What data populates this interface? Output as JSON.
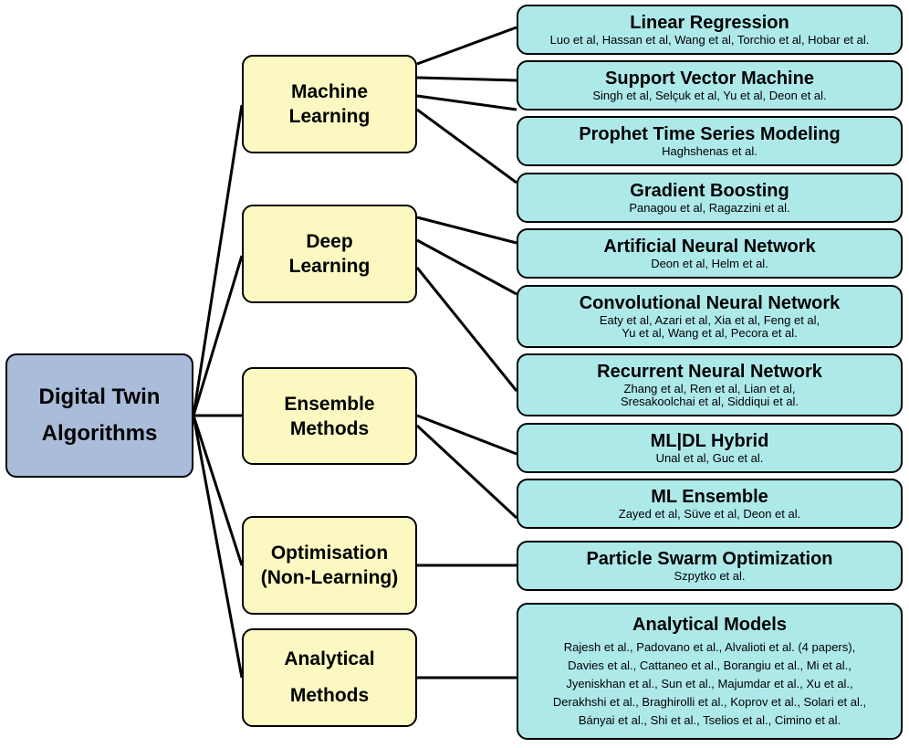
{
  "root": {
    "lines": [
      "Digital Twin",
      "Algorithms"
    ]
  },
  "categories": [
    {
      "id": "ml",
      "lines": [
        "Machine",
        "Learning"
      ]
    },
    {
      "id": "dl",
      "lines": [
        "Deep",
        "Learning"
      ]
    },
    {
      "id": "ens",
      "lines": [
        "Ensemble",
        "Methods"
      ]
    },
    {
      "id": "opt",
      "lines": [
        "Optimisation",
        "(Non-Learning)"
      ]
    },
    {
      "id": "ana",
      "lines": [
        "Analytical",
        "Methods"
      ]
    }
  ],
  "leaves": [
    {
      "id": "linreg",
      "title": "Linear Regression",
      "cites": [
        "Luo et al, Hassan et al, Wang et al, Torchio et al, Hobar et al."
      ]
    },
    {
      "id": "svm",
      "title": "Support Vector Machine",
      "cites": [
        "Singh et al, Selçuk et al, Yu et al, Deon et al."
      ]
    },
    {
      "id": "prophet",
      "title": "Prophet Time Series Modeling",
      "cites": [
        "Haghshenas et al."
      ]
    },
    {
      "id": "gb",
      "title": "Gradient Boosting",
      "cites": [
        "Panagou et al, Ragazzini et al."
      ]
    },
    {
      "id": "ann",
      "title": "Artificial Neural Network",
      "cites": [
        "Deon et al, Helm et al."
      ]
    },
    {
      "id": "cnn",
      "title": "Convolutional Neural Network",
      "cites": [
        "Eaty et al, Azari et al, Xia et al, Feng et al,",
        "Yu et al, Wang et al, Pecora et al."
      ]
    },
    {
      "id": "rnn",
      "title": "Recurrent Neural Network",
      "cites": [
        "Zhang et al, Ren et al, Lian et al,",
        "Sresakoolchai et al, Siddiqui et al."
      ]
    },
    {
      "id": "hybrid",
      "title": "ML|DL Hybrid",
      "cites": [
        "Unal et al, Guc et al."
      ]
    },
    {
      "id": "mlens",
      "title": "ML Ensemble",
      "cites": [
        "Zayed et al, Süve et al, Deon et al."
      ]
    },
    {
      "id": "pso",
      "title": "Particle Swarm Optimization",
      "cites": [
        "Szpytko et al."
      ]
    },
    {
      "id": "analytical",
      "title": "Analytical Models",
      "cites": [
        "Rajesh et al., Padovano et al., Alvalioti et al. (4 papers),",
        "Davies et al., Cattaneo et al., Borangiu et al., Mi et al.,",
        "Jyeniskhan et al., Sun et al., Majumdar et al., Xu et al.,",
        "Derakhshi et al., Braghirolli et al., Koprov et al., Solari et al.,",
        "Bányai et al., Shi et al., Tselios et al., Cimino et al."
      ]
    }
  ],
  "edges": [
    [
      "root",
      "ml"
    ],
    [
      "root",
      "dl"
    ],
    [
      "root",
      "ens"
    ],
    [
      "root",
      "opt"
    ],
    [
      "root",
      "ana"
    ],
    [
      "ml",
      "linreg"
    ],
    [
      "ml",
      "svm"
    ],
    [
      "ml",
      "prophet"
    ],
    [
      "ml",
      "gb"
    ],
    [
      "dl",
      "ann"
    ],
    [
      "dl",
      "cnn"
    ],
    [
      "dl",
      "rnn"
    ],
    [
      "ens",
      "hybrid"
    ],
    [
      "ens",
      "mlens"
    ],
    [
      "opt",
      "pso"
    ],
    [
      "ana",
      "analytical"
    ]
  ]
}
